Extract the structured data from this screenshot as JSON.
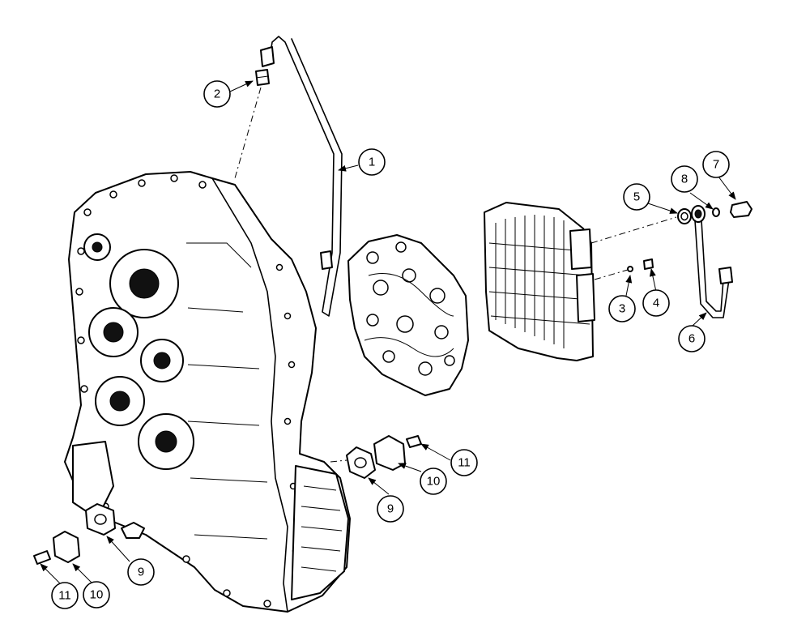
{
  "callouts": {
    "c1": "1",
    "c2": "2",
    "c3": "3",
    "c4": "4",
    "c5": "5",
    "c6": "6",
    "c7": "7",
    "c8": "8",
    "c9a": "9",
    "c9b": "9",
    "c10a": "10",
    "c10b": "10",
    "c11a": "11",
    "c11b": "11"
  }
}
